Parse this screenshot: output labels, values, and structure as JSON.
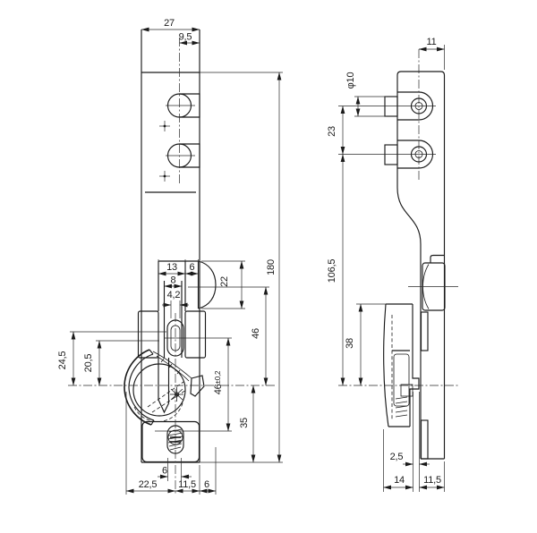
{
  "colors": {
    "line": "#1a1a1a",
    "background": "#ffffff"
  },
  "front": {
    "w27": "27",
    "w9_5": "9,5",
    "h180": "180",
    "w13": "13",
    "w6_top": "6",
    "w8": "8",
    "w4_2": "4,2",
    "h22": "22",
    "h46": "46",
    "h46_tol_base": "46",
    "h46_tol_sup": "±0,2",
    "h35": "35",
    "h24_5": "24,5",
    "h20_5": "20,5",
    "w6_screw": "6",
    "w22_5": "22,5",
    "w11_5": "11,5",
    "w6_bulge": "6"
  },
  "side": {
    "w11": "11",
    "dia10": "φ10",
    "h23": "23",
    "h106_5": "106,5",
    "h38": "38",
    "w2_5": "2,5",
    "w14": "14",
    "w11_5": "11,5"
  }
}
